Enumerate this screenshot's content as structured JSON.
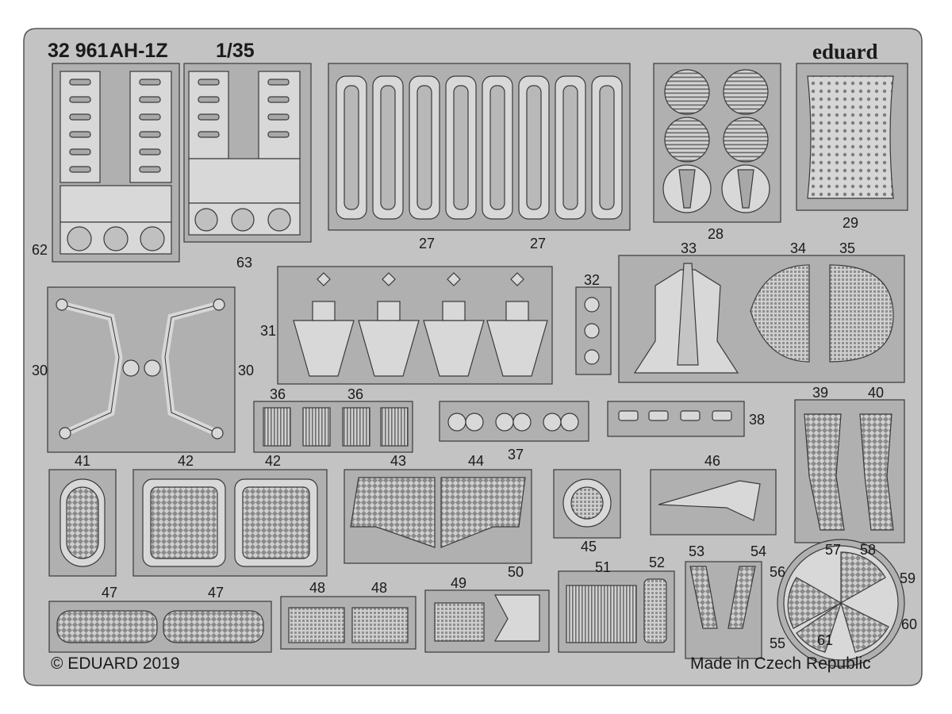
{
  "header": {
    "product_number": "32 961",
    "model": "AH-1Z",
    "scale": "1/35",
    "brand": "eduard"
  },
  "footer": {
    "copyright": "© EDUARD 2019",
    "origin": "Made in Czech Republic"
  },
  "part_labels": {
    "p27": "27",
    "p28": "28",
    "p29": "29",
    "p30": "30",
    "p31": "31",
    "p32": "32",
    "p33": "33",
    "p34": "34",
    "p35": "35",
    "p36": "36",
    "p37": "37",
    "p38": "38",
    "p39": "39",
    "p40": "40",
    "p41": "41",
    "p42": "42",
    "p43": "43",
    "p44": "44",
    "p45": "45",
    "p46": "46",
    "p47": "47",
    "p48": "48",
    "p49": "49",
    "p50": "50",
    "p51": "51",
    "p52": "52",
    "p53": "53",
    "p54": "54",
    "p55": "55",
    "p56": "56",
    "p57": "57",
    "p58": "58",
    "p59": "59",
    "p60": "60",
    "p61": "61",
    "p62": "62",
    "p63": "63"
  },
  "colors": {
    "background": "#ffffff",
    "fret": "#c3c3c3",
    "fret_edge": "#555555",
    "carrier": "#b0b0b0",
    "part": "#d8d8d8",
    "etch_line": "#3a3a3a",
    "text": "#1a1a1a"
  }
}
